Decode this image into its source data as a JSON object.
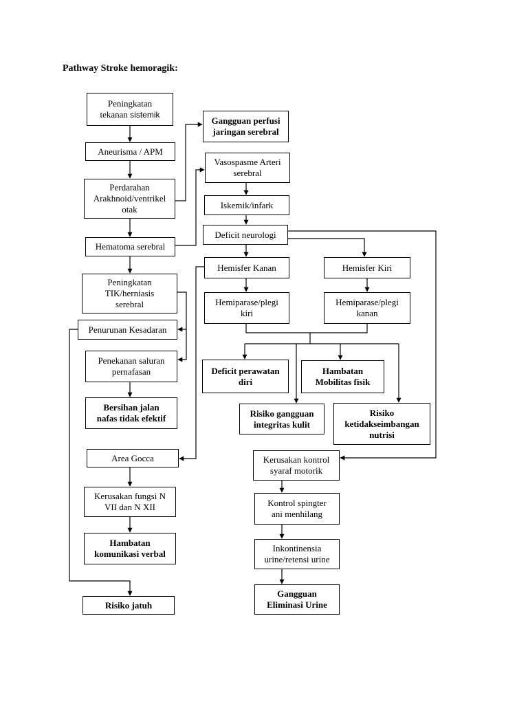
{
  "title": "Pathway Stroke hemoragik:",
  "nodes": {
    "peningkatan_tekanan": {
      "text1": "Peningkatan\ntekanan ",
      "text2": "sistemik"
    },
    "gangguan_perfusi": "Gangguan perfusi\njaringan serebral",
    "aneurisma": "Aneurisma / APM",
    "vasospasme": "Vasospasme Arteri\nserebral",
    "perdarahan": "Perdarahan\nArakhnoid/ventrikel\notak",
    "iskemik": "Iskemik/infark",
    "deficit_neurologi": "Deficit neurologi",
    "hematoma": "Hematoma serebral",
    "hemisfer_kanan": "Hemisfer Kanan",
    "hemisfer_kiri": "Hemisfer Kiri",
    "peningkatan_tik": "Peningkatan\nTIK/herniasis\nserebral",
    "hemiparase_kiri": "Hemiparase/plegi\nkiri",
    "hemiparase_kanan": "Hemiparase/plegi\nkanan",
    "penurunan_kesadaran": "Penurunan Kesadaran",
    "penekanan_saluran": "Penekanan saluran\npernafasan",
    "deficit_perawatan": "Deficit perawatan\ndiri",
    "hambatan_mobilitas": "Hambatan\nMobilitas fisik",
    "bersihan_jalan": "Bersihan jalan\nnafas tidak efektif",
    "risiko_integritas": "Risiko gangguan\nintegritas kulit",
    "risiko_nutrisi": "Risiko\nketidakseimbangan\nnutrisi",
    "area_gocca": "Area Gocca",
    "kerusakan_kontrol": "Kerusakan kontrol\nsyaraf motorik",
    "kerusakan_fungsi": "Kerusakan fungsi N\nVII dan N XII",
    "kontrol_spingter": "Kontrol spingter\nani menhilang",
    "hambatan_komunikasi": "Hambatan\nkomunikasi verbal",
    "inkontinensia": "Inkontinensia\nurine/retensi urine",
    "gangguan_eliminasi": "Gangguan\nEliminasi Urine",
    "risiko_jatuh": "Risiko jatuh"
  }
}
